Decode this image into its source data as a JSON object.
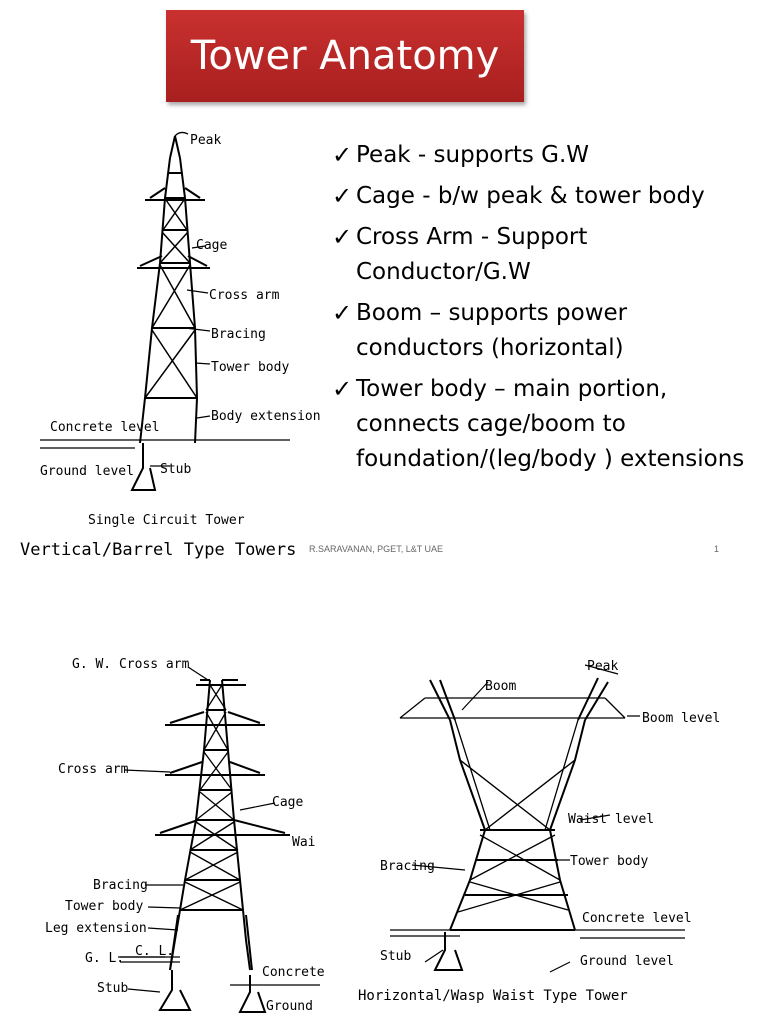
{
  "slide": {
    "title": "Tower Anatomy",
    "footer_credit": "R.SARAVANAN, PGET, L&T UAE",
    "page_number": "1"
  },
  "bullets": [
    {
      "check": "✓",
      "text": "Peak - supports G.W"
    },
    {
      "check": "✓",
      "text": "Cage - b/w peak & tower body"
    },
    {
      "check": "✓",
      "text": "Cross Arm - Support Conductor/G.W"
    },
    {
      "check": "✓",
      "text": "Boom – supports power conductors (horizontal)"
    },
    {
      "check": "✓",
      "text": "Tower body – main portion, connects cage/boom to foundation/(leg/body ) extensions"
    }
  ],
  "figure_single": {
    "labels": {
      "peak": "Peak",
      "cage": "Cage",
      "cross_arm": "Cross arm",
      "bracing": "Bracing",
      "tower_body": "Tower body",
      "body_extension": "Body extension",
      "concrete_level": "Concrete level",
      "ground_level": "Ground level",
      "stub": "Stub"
    },
    "caption": "Single Circuit Tower",
    "type_caption": "Vertical/Barrel Type Towers"
  },
  "figure_vertical": {
    "labels": {
      "gw_cross_arm": "G. W. Cross arm",
      "cross_arm": "Cross arm",
      "cage": "Cage",
      "waist": "Wai",
      "bracing": "Bracing",
      "tower_body": "Tower body",
      "leg_extension": "Leg extension",
      "gl": "G. L.",
      "cl": "C. L.",
      "stub": "Stub",
      "concrete": "Concrete",
      "ground": "Ground"
    }
  },
  "figure_wasp": {
    "labels": {
      "peak": "Peak",
      "boom": "Boom",
      "boom_level": "Boom level",
      "waist_level": "Waist level",
      "bracing": "Bracing",
      "tower_body": "Tower body",
      "concrete_level": "Concrete level",
      "stub": "Stub",
      "ground_level": "Ground level"
    },
    "caption": "Horizontal/Wasp Waist Type Tower"
  }
}
